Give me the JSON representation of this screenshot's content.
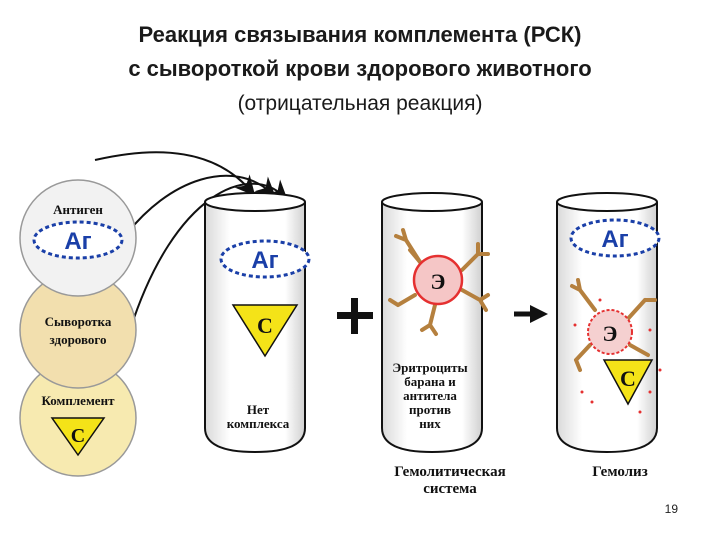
{
  "title": {
    "line1": "Реакция связывания комплемента (РСК)",
    "line2": "с сывороткой крови здорового животного",
    "line3": "(отрицательная реакция)"
  },
  "reagents": {
    "antigen_label": "Антиген",
    "antigen_symbol": "Аг",
    "serum_label_line1": "Сыворотка",
    "serum_label_line2": "здорового",
    "complement_label": "Комплемент",
    "complement_symbol": "C"
  },
  "tube1": {
    "antigen_symbol": "Аг",
    "complement_symbol": "C",
    "caption_line1": "Нет",
    "caption_line2": "комплекса"
  },
  "tube2": {
    "erythrocyte_symbol": "Э",
    "caption_line1": "Эритроциты",
    "caption_line2": "барана и",
    "caption_line3": "антитела",
    "caption_line4": "против",
    "caption_line5": "них",
    "below_line1": "Гемолитическая",
    "below_line2": "система"
  },
  "tube3": {
    "antigen_symbol": "Аг",
    "erythrocyte_symbol": "Э",
    "complement_symbol": "C",
    "below": "Гемолиз"
  },
  "operators": {
    "plus": "+"
  },
  "page_number": "19",
  "colors": {
    "antigen_blue": "#1a3fa8",
    "complement_yellow": "#f4e318",
    "erythrocyte_red": "#e53030",
    "antibody_brown": "#b5803e",
    "circle_fill_top": "#f2f2f2",
    "circle_fill_mid": "#f2dfae",
    "circle_fill_bot": "#f7eab0"
  }
}
